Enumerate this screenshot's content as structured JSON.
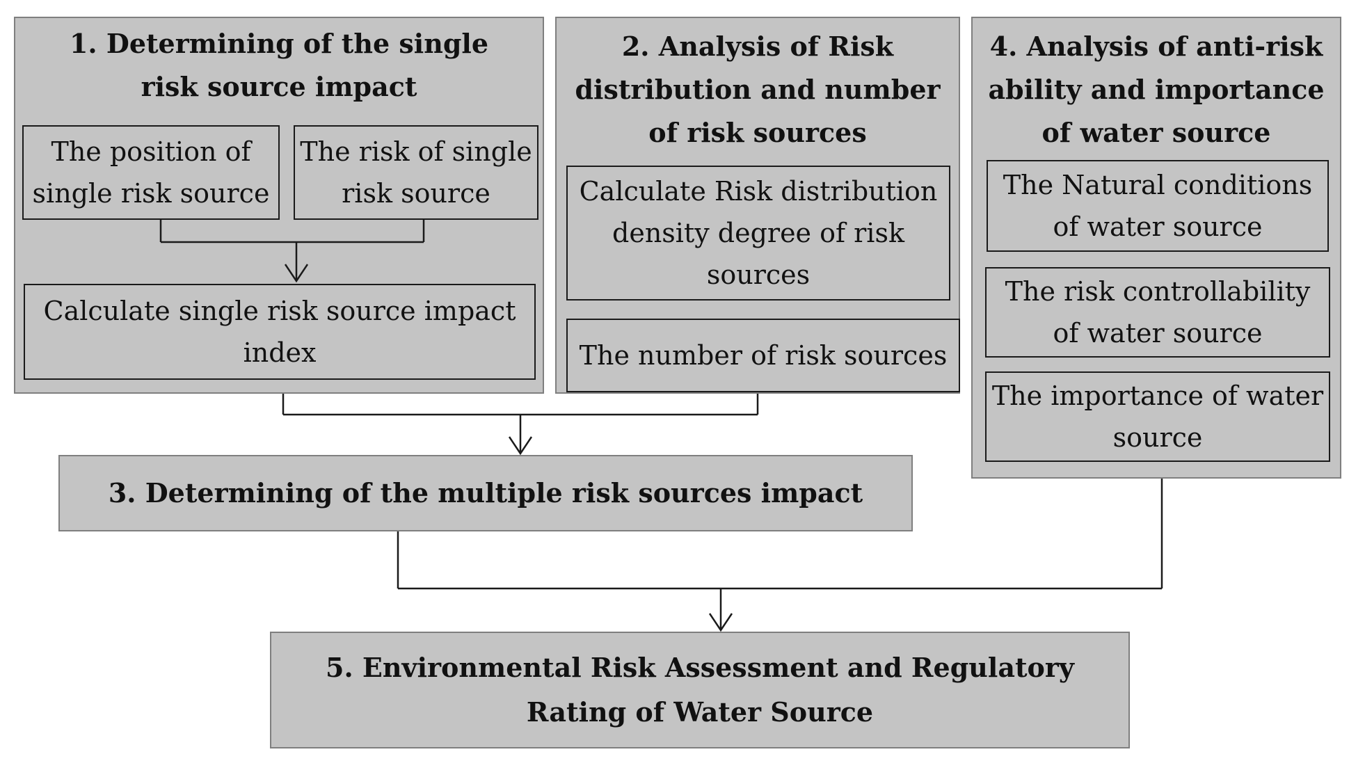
{
  "diagram": {
    "box1": {
      "title": "1. Determining of the single risk source impact",
      "position": "The position of single risk source",
      "risk": "The risk of single risk source",
      "impact_index": "Calculate single risk source impact index"
    },
    "box2": {
      "title": "2. Analysis of Risk distribution and number of risk sources",
      "density": "Calculate Risk distribution density degree of risk sources",
      "number": "The number of risk sources"
    },
    "box3": {
      "title": "3. Determining of the multiple risk sources impact"
    },
    "box4": {
      "title": "4. Analysis of anti-risk ability and importance of water source",
      "natural": "The Natural conditions of water source",
      "controllability": "The risk controllability of water source",
      "importance": "The importance of water source"
    },
    "box5": {
      "title": "5. Environmental Risk Assessment and Regulatory Rating of Water Source"
    }
  }
}
